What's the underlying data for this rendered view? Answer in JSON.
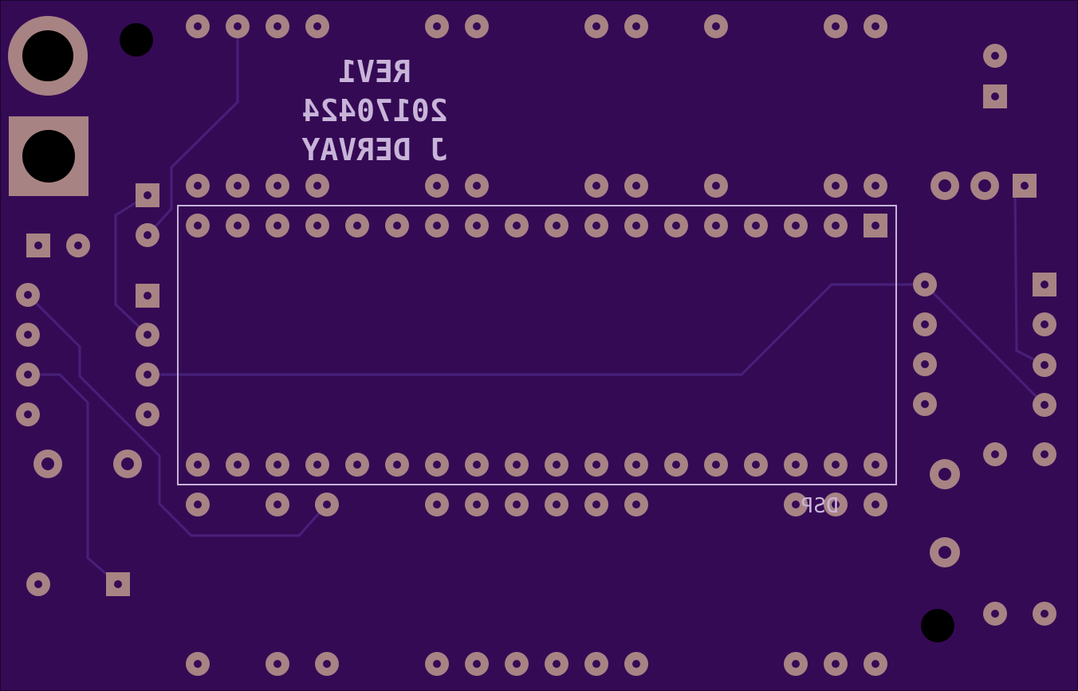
{
  "board": {
    "silkscreen": {
      "line1": "J DERVAY",
      "line2": "20170424",
      "line3": "REV1",
      "part_label": "DSP"
    },
    "colors": {
      "background": "#350a55",
      "copper": "#a88384",
      "trace": "#48207a",
      "silkscreen": "#c8b4d8",
      "hole": "#000000"
    }
  }
}
